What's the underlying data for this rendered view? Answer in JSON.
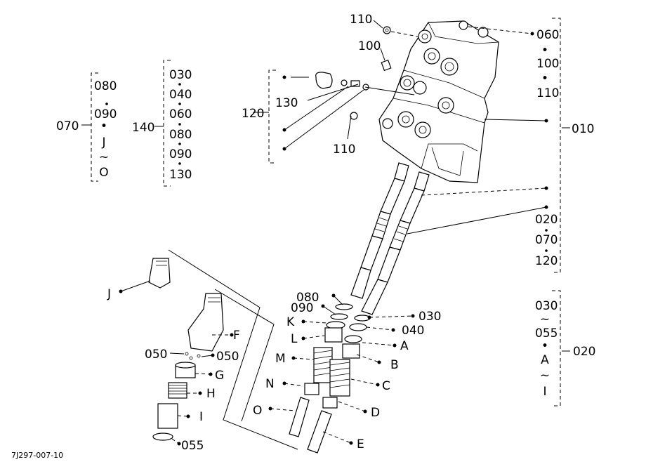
{
  "figure_code": "7J297-007-10",
  "callouts": {
    "c110_top": "110",
    "c100": "100",
    "c130": "130",
    "c120": "120",
    "c110_mid": "110",
    "c060": "060",
    "c100_right": "100",
    "c110_right": "110",
    "c010": "010",
    "c020": "020",
    "c070_right": "070",
    "c120_right": "120",
    "c070": "070",
    "c140": "140",
    "c080_g": "080",
    "c090_g": "090",
    "cJ_g": "J",
    "tilde1": "~",
    "cO_g": "O",
    "c030_g": "030",
    "c040_g": "040",
    "c060_g": "060",
    "c080_g2": "080",
    "c090_g2": "090",
    "c130_g": "130",
    "c080": "080",
    "c090": "090",
    "cK": "K",
    "cL": "L",
    "cM": "M",
    "cN": "N",
    "cO": "O",
    "c030": "030",
    "c040": "040",
    "cA": "A",
    "cB": "B",
    "cC": "C",
    "cD": "D",
    "cE": "E",
    "cJ": "J",
    "cF": "F",
    "c050_l": "050",
    "c050_r": "050",
    "cG": "G",
    "cH": "H",
    "cI": "I",
    "c055": "055",
    "r030": "030",
    "tilde2": "~",
    "r055": "055",
    "rA": "A",
    "tilde3": "~",
    "rI": "I",
    "r020": "020",
    "dot": "•"
  }
}
